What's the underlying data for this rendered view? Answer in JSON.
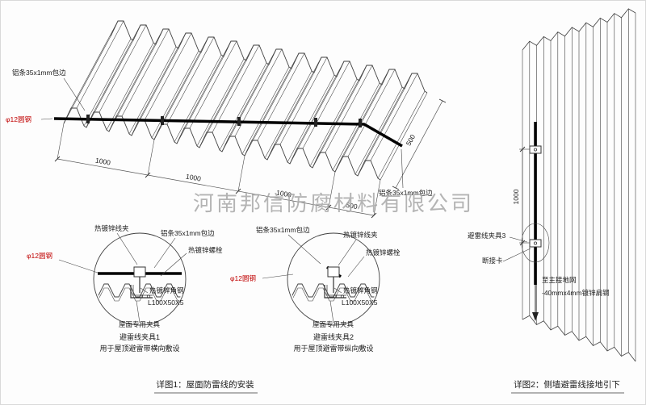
{
  "watermark": "河南邦信防腐材料有限公司",
  "roof": {
    "strip_label_top": "铝条35x1mm包边",
    "strip_label_right": "铝条35x1mm包边",
    "rod_label": "φ12圆钢",
    "dims": [
      "1000",
      "1000",
      "1000",
      "500"
    ],
    "dim_right": "500"
  },
  "details": {
    "d1": {
      "labels": {
        "clamp": "热镀锌线夹",
        "strip": "铝条35x1mm包边",
        "bolt": "热镀锌螺栓",
        "rod": "φ12圆钢",
        "angle": "热镀锌角钢",
        "angle_spec": "L100X50X5",
        "fixture": "屋面专用夹具"
      },
      "title": "避雷线夹具1",
      "subtitle": "用于屋顶避雷带横向敷设"
    },
    "d2": {
      "labels": {
        "clamp": "热镀锌线夹",
        "strip": "铝条35x1mm包边",
        "bolt": "热镀锌螺栓",
        "rod": "φ12圆钢",
        "angle": "热镀锌角钢",
        "angle_spec": "L100X50X5",
        "fixture": "屋面专用夹具"
      },
      "title": "避雷线夹具2",
      "subtitle": "用于屋顶避雷带纵向敷设"
    }
  },
  "wall": {
    "dim": "1000",
    "clamp_label": "避雷线夹具3",
    "disconnect_label": "断接卡",
    "ground_label": "至主接地网",
    "flat_steel_label": "-40mmx4mm镀锌扁钢"
  },
  "captions": {
    "detail1": "详图1：屋面防雷线的安装",
    "detail2": "详图2：侧墙避雷线接地引下"
  },
  "colors": {
    "accent_red": "#c00000",
    "line": "#3f3f3f",
    "watermark": "#a8a8a8"
  }
}
